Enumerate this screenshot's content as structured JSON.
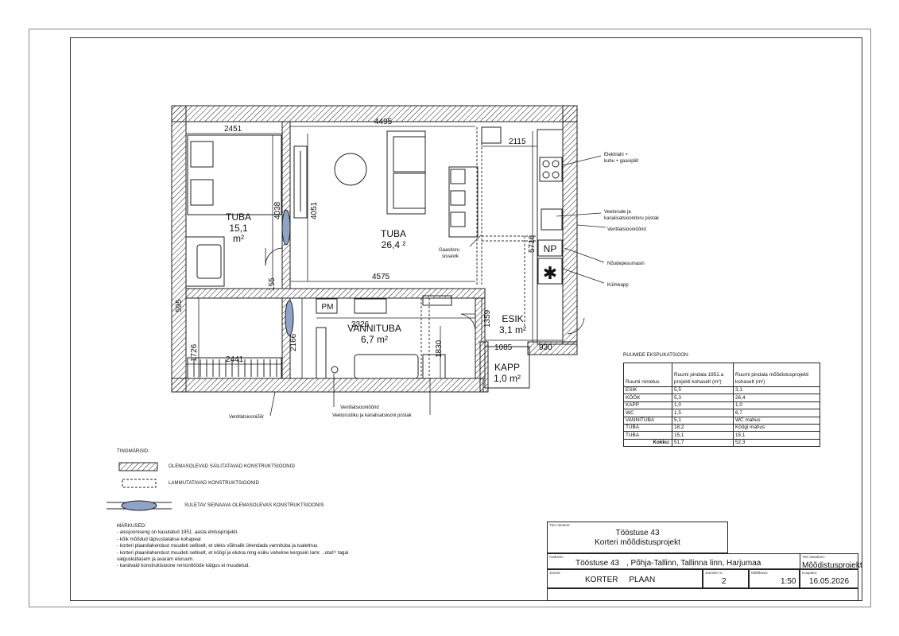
{
  "rooms": {
    "tuba1_name": "TUBA",
    "tuba1_area": "15,1",
    "tuba1_unit": "m²",
    "tuba2_name": "TUBA",
    "tuba2_area": "26,4 ²",
    "vannituba_name": "VANNITUBA",
    "vannituba_area": "6,7 m²",
    "esik_name": "ESIK",
    "esik_area": "3,1 m²",
    "kapp_name": "KAPP",
    "kapp_area": "1,0 m²",
    "np": "NP",
    "pm": "PM",
    "fridge": "✱"
  },
  "dims": {
    "d2451": "2451",
    "d4495": "4495",
    "d2115": "2115",
    "d4038": "4038",
    "d4051": "4051",
    "d4575": "4575",
    "d155": "155",
    "d595": "595",
    "d3326": "3326",
    "d1359": "1359",
    "d5716": "5716",
    "d1085": "1085",
    "d930": "930",
    "d1726": "1726",
    "d2441": "2441",
    "d2166": "2166",
    "d1830": "1830"
  },
  "callouts": {
    "elektriahi": "Elektriahi +",
    "kubu": "kubu + gaasipliit",
    "veetorude": "Veetorude ja",
    "kanalisatsiooni": "kanalisatsioonitoru püstak",
    "ventilatsioon_r": "Ventilatsiooniõõrid",
    "noudepesumasin": "Nõudepesumasin",
    "kulmkapp": "Külmkapp",
    "gaasitoru": "Gaasitoru",
    "sissevik": "sissevik",
    "vent_left": "Ventilatsiooniõõr",
    "vent_bottom": "Ventilatsiooniõõrid",
    "veerustiku": "Veetorustiku ja kanalisatsiooni püstak"
  },
  "legend": {
    "title": "TINGMÄRGID:",
    "item1": "OLEMASOLEVAD SÄILITATAVAD KONSTRUKTSIOONID",
    "item2": "LAMMUTATAVAD KONSTRUKTSIOONID",
    "item3": "SULETAV SEINAAVA OLEMASOLEVAS KONSTRUKTSIOONIS"
  },
  "notes": {
    "title": "MÄRKUSED:",
    "lines": [
      "- alusjooniseng on kasutatud 1951. aasta ehitusprojekti.",
      "- kõik mõõdud täpsustatakse kohapeal",
      "- korteri plaanilahendust muudeti selliselt, et oleks võimalik ühendada vannituba ja tualettruu",
      "- korteri plaanilahendust muudeti selliselt, et köögi ja elutoa ning esiku vaheline kergsein lamr. ..utat¹¹       tagai",
      "valgusküllasem ja avaram eluruum.",
      "- kandvaid konstruktsioone remonttööde käigus ei muudetud."
    ]
  },
  "explication": {
    "title": "RUUMIDE EKSPLIKATSIOON:",
    "headers": [
      "Ruumi nimetus",
      "Ruumi pindala 1951.a projekti kohaselt (m²)",
      "Ruumi pindala mõõdistusprojekti kohaselt (m²)"
    ],
    "rows": [
      [
        "ESIK",
        "5,5",
        "3,1"
      ],
      [
        "KÖÖK",
        "5,3",
        "26,4"
      ],
      [
        "KAPP",
        "1,0",
        "1,0"
      ],
      [
        "WC",
        "1,5",
        "6,7"
      ],
      [
        "VANNITUBA",
        "5,1",
        "WC mahus"
      ],
      [
        "TUBA",
        "18,2",
        "Köögi mahus"
      ],
      [
        "TUBA",
        "15,1",
        "15,1"
      ]
    ],
    "total_label": "Kokku:",
    "total_1951": "51,7",
    "total_new": "52,3"
  },
  "title_block": {
    "lbl_too_nimetus": "Töö nimetus:",
    "title_line1": "Tööstuse 43",
    "title_line2": "Korteri mõõdistusprojekt",
    "lbl_aadress": "Aadress:",
    "address_num": "Tööstuse 43",
    "address_rest": ", Põhja-Tallinn, Tallinna linn, Harjumaa",
    "lbl_staadium": "Töö staadium:",
    "staadium": "Mõõdistusprojekt",
    "lbl_joonis": "Joonis:",
    "joonis": "KORTER     PLAAN",
    "lbl_joonise_nr": "Joonise nr:",
    "joonise_nr": "2",
    "lbl_mootkava": "Mõõtkava:",
    "mootkava": "1:50",
    "lbl_kuupaev": "Kuupäev:",
    "kuupaev": "16.05.2026"
  }
}
